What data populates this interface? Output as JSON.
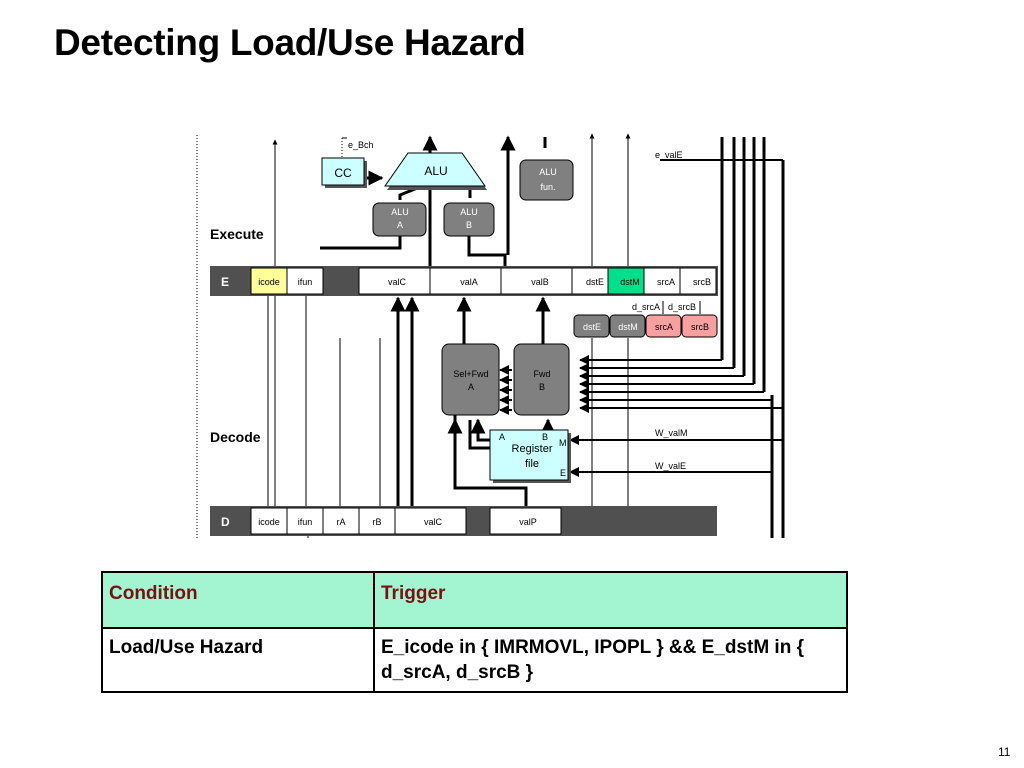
{
  "slide": {
    "title": "Detecting Load/Use Hazard",
    "page_number": "11"
  },
  "diagram": {
    "stage_execute": "Execute",
    "stage_decode": "Decode",
    "e_bch": "e_Bch",
    "e_vale": "e_valE",
    "cc": "CC",
    "alu": "ALU",
    "alu_fun_1": "ALU",
    "alu_fun_2": "fun.",
    "alu_a_1": "ALU",
    "alu_a_2": "A",
    "alu_b_1": "ALU",
    "alu_b_2": "B",
    "e_reg": {
      "label": "E",
      "fields": [
        "icode",
        "ifun",
        "",
        "valC",
        "valA",
        "valB",
        "dstE",
        "dstM",
        "srcA",
        "srcB"
      ]
    },
    "d_srca": "d_srcA",
    "d_srcb": "d_srcB",
    "decode_outs": [
      "dstE",
      "dstM",
      "srcA",
      "srcB"
    ],
    "sel_fwd_a_1": "Sel+Fwd",
    "sel_fwd_a_2": "A",
    "fwd_b_1": "Fwd",
    "fwd_b_2": "B",
    "regfile_1": "Register",
    "regfile_2": "file",
    "port_a": "A",
    "port_b": "B",
    "port_m": "M",
    "port_e": "E",
    "w_valm": "W_valM",
    "w_vale": "W_valE",
    "d_reg": {
      "label": "D",
      "fields": [
        "icode",
        "ifun",
        "rA",
        "rB",
        "valC",
        "",
        "valP"
      ]
    },
    "colors": {
      "icode_highlight": "#ffff99",
      "dstm_highlight": "#00e08a",
      "src_highlight": "#f8a0a0",
      "logic_gray": "#808080",
      "regfile_fill": "#ccffff",
      "cc_fill": "#ccffff",
      "alu_fill": "#ccffff"
    }
  },
  "table": {
    "headers": [
      "Condition",
      "Trigger"
    ],
    "rows": [
      [
        "Load/Use Hazard",
        "E_icode in { IMRMOVL, IPOPL } && E_dstM in { d_srcA, d_srcB }"
      ]
    ],
    "header_bg": "#a2f5d0",
    "header_color": "#7a1010"
  }
}
